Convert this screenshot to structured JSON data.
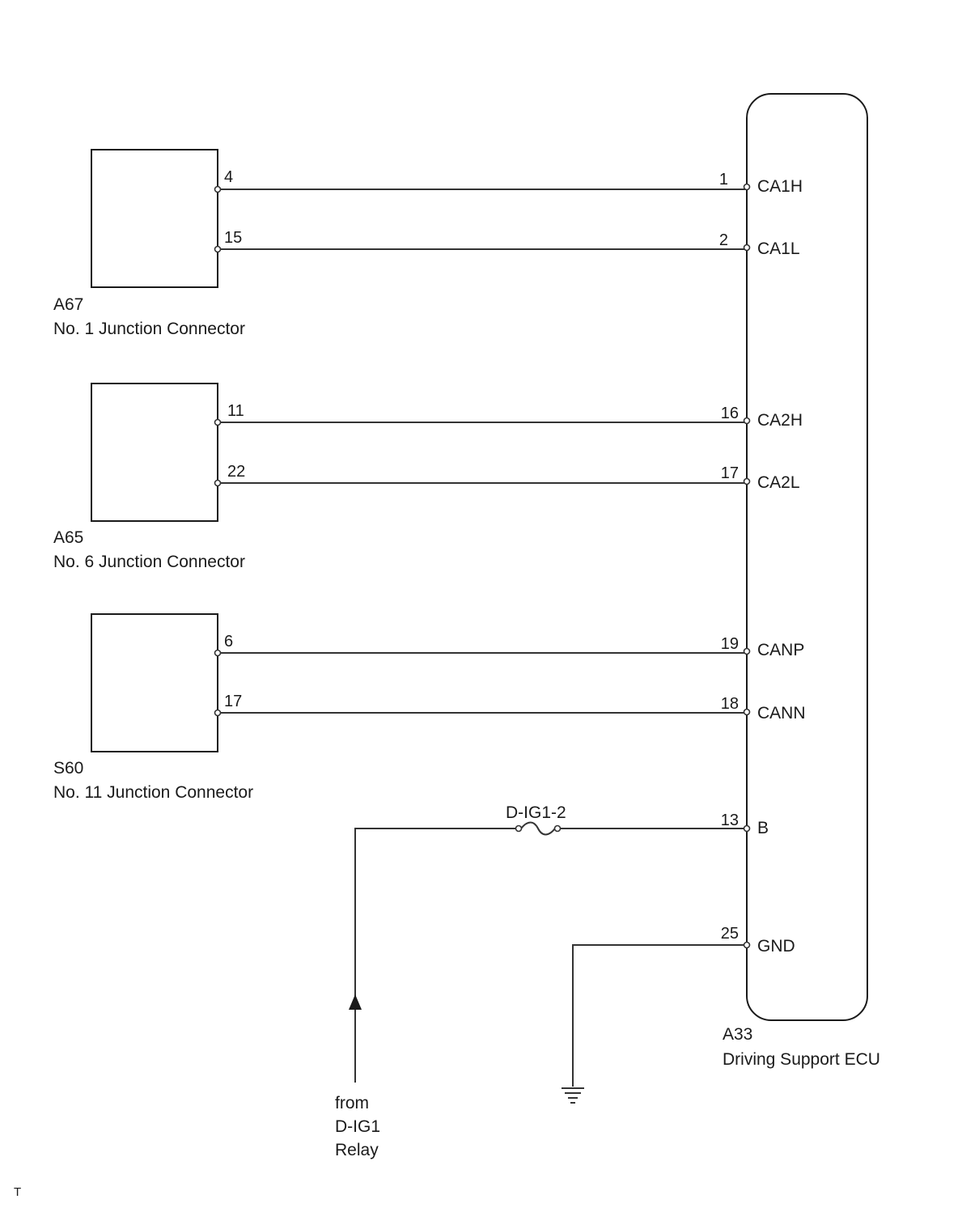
{
  "connectors": [
    {
      "code": "A67",
      "name": "No. 1 Junction Connector",
      "pins": [
        "4",
        "15"
      ]
    },
    {
      "code": "A65",
      "name": "No. 6 Junction Connector",
      "pins": [
        "11",
        "22"
      ]
    },
    {
      "code": "S60",
      "name": "No. 11 Junction Connector",
      "pins": [
        "6",
        "17"
      ]
    }
  ],
  "ecu": {
    "code": "A33",
    "name": "Driving Support ECU",
    "pins": [
      {
        "num": "1",
        "name": "CA1H"
      },
      {
        "num": "2",
        "name": "CA1L"
      },
      {
        "num": "16",
        "name": "CA2H"
      },
      {
        "num": "17",
        "name": "CA2L"
      },
      {
        "num": "19",
        "name": "CANP"
      },
      {
        "num": "18",
        "name": "CANN"
      },
      {
        "num": "13",
        "name": "B"
      },
      {
        "num": "25",
        "name": "GND"
      }
    ]
  },
  "fuse": {
    "label": "D-IG1-2"
  },
  "source": {
    "line1": "from",
    "line2": "D-IG1",
    "line3": "Relay"
  },
  "corner_mark": "T"
}
